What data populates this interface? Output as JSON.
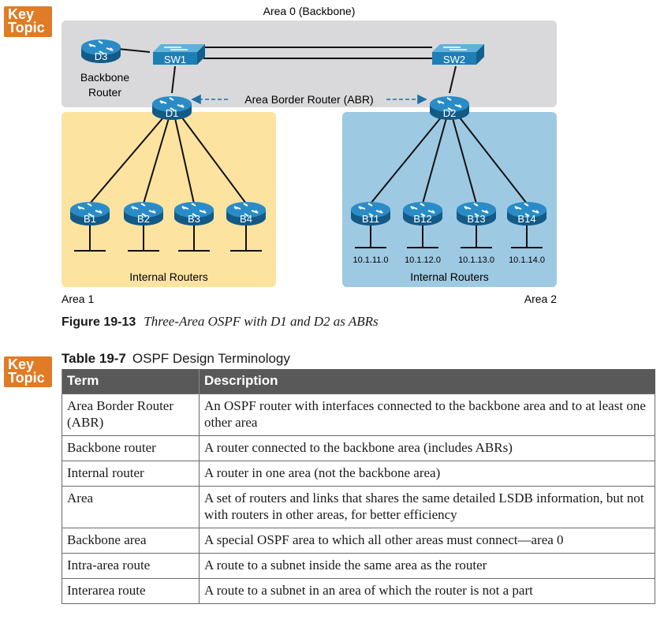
{
  "key_topic": {
    "line1": "Key",
    "line2": "Topic"
  },
  "diagram": {
    "area0_label": "Area 0 (Backbone)",
    "area1_label": "Area 1",
    "area2_label": "Area 2",
    "abr_label": "Area Border Router (ABR)",
    "backbone_router_label_1": "Backbone",
    "backbone_router_label_2": "Router",
    "internal_routers_left": "Internal Routers",
    "internal_routers_right": "Internal Routers",
    "devices": {
      "d3": "D3",
      "sw1": "SW1",
      "sw2": "SW2",
      "d1": "D1",
      "d2": "D2",
      "b1": "B1",
      "b2": "B2",
      "b3": "B3",
      "b4": "B4",
      "b11": "B11",
      "b12": "B12",
      "b13": "B13",
      "b14": "B14"
    },
    "subnets": {
      "b11": "10.1.11.0",
      "b12": "10.1.12.0",
      "b13": "10.1.13.0",
      "b14": "10.1.14.0"
    },
    "colors": {
      "backbone": "#d9d9db",
      "area1": "#fde3a0",
      "area2": "#9ec9e2",
      "router": "#1f7fb5",
      "accent": "#e07b26"
    }
  },
  "figure": {
    "number": "Figure 19-13",
    "title": "Three-Area OSPF with D1 and D2 as ABRs"
  },
  "table": {
    "number": "Table 19-7",
    "title": "OSPF Design Terminology",
    "headers": [
      "Term",
      "Description"
    ],
    "rows": [
      {
        "term": "Area Border Router (ABR)",
        "desc": "An OSPF router with interfaces connected to the backbone area and to at least one other area"
      },
      {
        "term": "Backbone router",
        "desc": "A router connected to the backbone area (includes ABRs)"
      },
      {
        "term": "Internal router",
        "desc": "A router in one area (not the backbone area)"
      },
      {
        "term": "Area",
        "desc": "A set of routers and links that shares the same detailed LSDB information, but not with routers in other areas, for better efficiency"
      },
      {
        "term": "Backbone area",
        "desc": "A special OSPF area to which all other areas must connect—area 0"
      },
      {
        "term": "Intra-area route",
        "desc": "A route to a subnet inside the same area as the router"
      },
      {
        "term": "Interarea route",
        "desc": "A route to a subnet in an area of which the router is not a part"
      }
    ]
  }
}
